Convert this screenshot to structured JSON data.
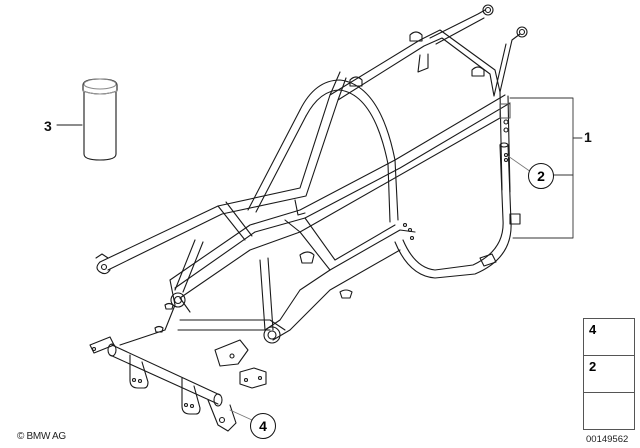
{
  "diagram": {
    "title": "Motorcycle rear frame assembly parts diagram",
    "parts": [
      {
        "number": "1",
        "description": "Frame assembly (bracketed group)",
        "style": "plain"
      },
      {
        "number": "2",
        "description": "Bolt (frame attachment point)",
        "style": "circled"
      },
      {
        "number": "3",
        "description": "Touch-up paint can",
        "style": "plain"
      },
      {
        "number": "4",
        "description": "Plug / cap (lower bracket)",
        "style": "circled"
      }
    ],
    "labels": {
      "part1": "1",
      "part2": "2",
      "part3": "3",
      "part4": "4"
    },
    "legend": {
      "items": [
        {
          "number": "4",
          "icon": "plug-cap-icon"
        },
        {
          "number": "2",
          "icon": "hex-bolt-icon"
        },
        {
          "number": "",
          "icon": "direction-arrow-icon"
        }
      ]
    },
    "footer": {
      "copyright": "© BMW AG",
      "drawing_id": "00149562"
    }
  }
}
